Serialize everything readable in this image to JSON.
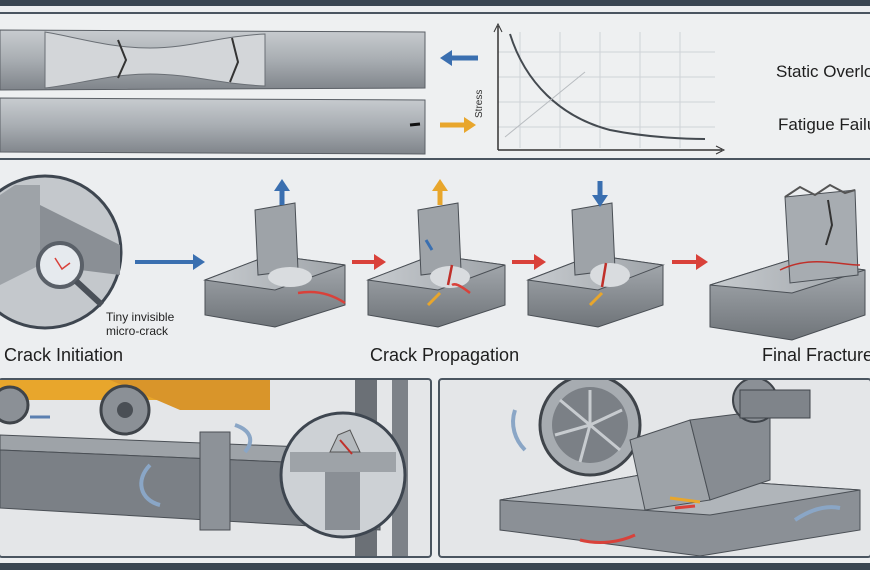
{
  "top": {
    "graph_axis_label": "Stress",
    "static_label": "Static Overlo",
    "fatigue_label": "Fatigue Failu"
  },
  "stages": {
    "initiation": "Crack Initiation",
    "propagation": "Crack Propagation",
    "final": "Final Fracture",
    "callout_line1": "Tiny invisible",
    "callout_line2": "micro-crack"
  },
  "colors": {
    "arrow_blue": "#3a6fb0",
    "arrow_orange": "#e8a62c",
    "arrow_red": "#d9413a",
    "steel": "#8b9096",
    "frame": "#4a5560"
  }
}
